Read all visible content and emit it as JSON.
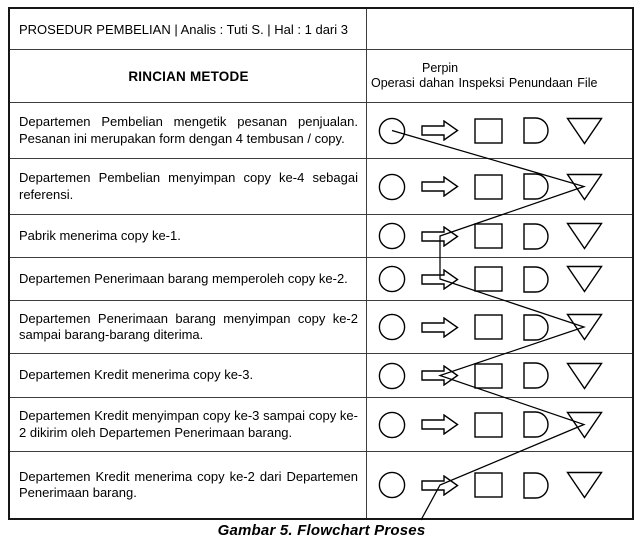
{
  "title": "PROSEDUR PEMBELIAN |  Analis : Tuti S. | Hal : 1 dari 3",
  "header": {
    "method": "RINCIAN METODE",
    "col_top_label": "Perpin",
    "col_labels": [
      "Operasi",
      "dahan",
      "Inspeksi",
      "Penundaan",
      "File"
    ]
  },
  "symbol_columns": [
    {
      "id": "operasi",
      "icon": "circle-icon"
    },
    {
      "id": "perpindahan",
      "icon": "block-arrow-right-icon"
    },
    {
      "id": "inspeksi",
      "icon": "square-icon"
    },
    {
      "id": "penundaan",
      "icon": "delay-d-icon"
    },
    {
      "id": "file",
      "icon": "inverted-triangle-icon"
    }
  ],
  "rows": [
    {
      "text": "Departemen Pembelian mengetik pesanan penjualan. Pesanan ini merupakan form dengan 4 tembusan / copy.",
      "selected": "operasi"
    },
    {
      "text": "Departemen Pembelian menyimpan copy ke-4 sebagai referensi.",
      "selected": "file"
    },
    {
      "text": "Pabrik menerima copy ke-1.",
      "selected": "perpindahan"
    },
    {
      "text": "Departemen Penerimaan barang memperoleh copy ke-2.",
      "selected": "perpindahan"
    },
    {
      "text": "Departemen Penerimaan barang menyimpan copy ke-2 sampai barang-barang diterima.",
      "selected": "file"
    },
    {
      "text": "Departemen Kredit menerima copy ke-3.",
      "selected": "perpindahan"
    },
    {
      "text": "Departemen Kredit menyimpan copy ke-3 sampai copy ke-2 dikirim oleh Departemen Penerimaan barang.",
      "selected": "file"
    },
    {
      "text": "Departemen Kredit menerima copy ke-2 dari Departemen Penerimaan barang.",
      "selected": "perpindahan"
    }
  ],
  "caption": "Gambar 5. Flowchart Proses",
  "colors": {
    "ink": "#000000",
    "paper": "#ffffff"
  }
}
